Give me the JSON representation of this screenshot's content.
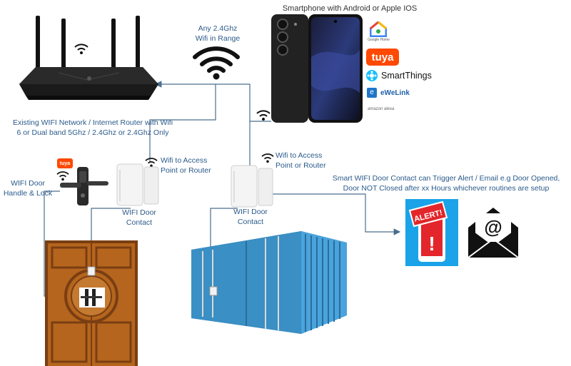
{
  "labels": {
    "any_wifi": "Any 2.4Ghz",
    "wifi_in_range": "Wifi in Range",
    "smartphone": "Smartphone with Android or Apple IOS",
    "router_line1": "Existing WIFI Network / Internet Router with Wifi",
    "router_line2": "6 or Dual band 5Ghz / 2.4Ghz or 2.4Ghz Only",
    "access1_line1": "Wifi to Access",
    "access1_line2": "Point or Router",
    "access2_line1": "Wifi to Access",
    "access2_line2": "Point or Router",
    "lock_line1": "WIFI Door",
    "lock_line2": "Handle & Lock",
    "contact1_line1": "WIFI Door",
    "contact1_line2": "Contact",
    "contact2_line1": "WIFI Door",
    "contact2_line2": "Contact",
    "trigger_line1": "Smart WIFI Door Contact can Trigger Alert / Email e.g Door Opened,",
    "trigger_line2": "Door NOT Closed after xx Hours whichever routines are setup"
  },
  "apps": {
    "google_home": "Google Home",
    "tuya": "tuya",
    "smartthings": "SmartThings",
    "ewelink": "eWeLink",
    "alexa": "amazon alexa"
  },
  "graphics": {
    "alert_text": "ALERT!",
    "alert_mark": "!",
    "email_symbol": "@",
    "tuya_badge": "tuya"
  },
  "colors": {
    "line": "#4a6e8e",
    "label": "#2a5a8a",
    "container": "#3a8fc4",
    "door": "#b5651d",
    "tuya": "#ff4800",
    "alert_bg": "#1aa3e8",
    "alert_red": "#e3262b"
  }
}
